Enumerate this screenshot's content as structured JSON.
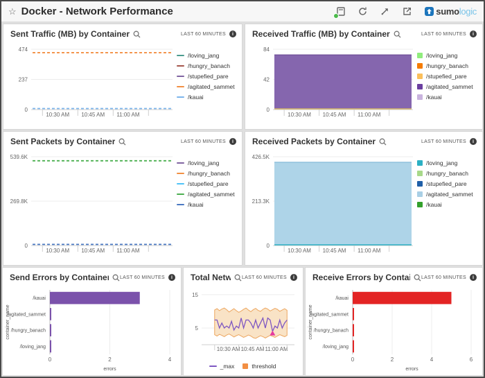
{
  "header": {
    "title": "Docker - Network Performance",
    "logo": {
      "brand_dark": "sumo",
      "brand_light": "logic"
    },
    "toolbar_icons": [
      "update-status-icon",
      "refresh-icon",
      "expand-icon",
      "share-icon"
    ],
    "favorite_icon": "star-icon"
  },
  "panels": [
    {
      "title": "Sent Traffic (MB) by Container",
      "time_range": "LAST 60 MINUTES",
      "chart_data": {
        "type": "line",
        "x_ticks": [
          "10:30 AM",
          "10:45 AM",
          "11:00 AM"
        ],
        "y_tick_values": [
          0,
          237,
          474
        ],
        "y_tick_labels": [
          "0",
          "237",
          "474"
        ],
        "ylim": [
          0,
          474
        ],
        "series": [
          {
            "name": "/loving_jang",
            "color": "#4a9b8e",
            "value": null
          },
          {
            "name": "/hungry_banach",
            "color": "#a5564c",
            "value": null
          },
          {
            "name": "/stupefied_pare",
            "color": "#8064a2",
            "value": null
          },
          {
            "name": "/agitated_sammet",
            "color": "#f28f43",
            "value": 447
          },
          {
            "name": "/kauai",
            "color": "#7cb5ec",
            "value": 8
          }
        ]
      }
    },
    {
      "title": "Received Traffic (MB) by Container",
      "time_range": "LAST 60 MINUTES",
      "chart_data": {
        "type": "area",
        "x_ticks": [
          "10:30 AM",
          "10:45 AM",
          "11:00 AM"
        ],
        "y_tick_values": [
          0,
          42,
          84
        ],
        "y_tick_labels": [
          "0",
          "42",
          "84"
        ],
        "ylim": [
          0,
          84
        ],
        "area": {
          "name": "/agitated_sammet",
          "color": "#8566ae",
          "stroke": "#74549c",
          "value": 76,
          "baseline_color": "#d8b96a"
        },
        "legend": [
          {
            "label": "/loving_jang",
            "type": "square",
            "color": "#90ed7d"
          },
          {
            "label": "/hungry_banach",
            "type": "square",
            "color": "#f57c00"
          },
          {
            "label": "/stupefied_pare",
            "type": "square",
            "color": "#fbbf5c"
          },
          {
            "label": "/agitated_sammet",
            "type": "square",
            "color": "#6b3fa0"
          },
          {
            "label": "/kauai",
            "type": "square",
            "color": "#c9b3de"
          }
        ]
      }
    },
    {
      "title": "Sent Packets by Container",
      "time_range": "LAST 60 MINUTES",
      "chart_data": {
        "type": "line",
        "x_ticks": [
          "10:30 AM",
          "10:45 AM",
          "11:00 AM"
        ],
        "y_tick_values": [
          0,
          269800,
          539600
        ],
        "y_tick_labels": [
          "0",
          "269.8K",
          "539.6K"
        ],
        "ylim": [
          0,
          539600
        ],
        "series": [
          {
            "name": "/loving_jang",
            "color": "#8064a2",
            "value": null
          },
          {
            "name": "/hungry_banach",
            "color": "#f28f43",
            "value": null
          },
          {
            "name": "/stupefied_pare",
            "color": "#4fc3f7",
            "value": null
          },
          {
            "name": "/agitated_sammet",
            "color": "#4caf50",
            "value": 515000
          },
          {
            "name": "/kauai",
            "color": "#4a78c2",
            "value": 7000
          }
        ]
      }
    },
    {
      "title": "Received Packets by Container",
      "time_range": "LAST 60 MINUTES",
      "chart_data": {
        "type": "area",
        "x_ticks": [
          "10:30 AM",
          "10:45 AM",
          "11:00 AM"
        ],
        "y_tick_values": [
          0,
          213300,
          426500
        ],
        "y_tick_labels": [
          "0",
          "213.3K",
          "426.5K"
        ],
        "ylim": [
          0,
          426500
        ],
        "area": {
          "name": "/agitated_sammet",
          "color": "#aed4e8",
          "stroke": "#8fc0dc",
          "value": 400000,
          "baseline_color": "#2bb0c4"
        },
        "legend": [
          {
            "label": "/loving_jang",
            "type": "square",
            "color": "#2bb0c4"
          },
          {
            "label": "/hungry_banach",
            "type": "square",
            "color": "#a8d98a"
          },
          {
            "label": "/stupefied_pare",
            "type": "square",
            "color": "#1f5fa8"
          },
          {
            "label": "/agitated_sammet",
            "type": "square",
            "color": "#a9cfe5"
          },
          {
            "label": "/kauai",
            "type": "square",
            "color": "#33a02c"
          }
        ]
      }
    },
    {
      "title": "Send Errors by Container",
      "time_range": "LAST 60 MINUTES",
      "chart_data": {
        "type": "hbar",
        "categories": [
          "/kauai",
          "/agitated_sammet",
          "/hungry_banach",
          "/loving_jang"
        ],
        "values": [
          3,
          0.04,
          0.04,
          0.04
        ],
        "bar_color": "#7b52ab",
        "xlim": [
          0,
          4
        ],
        "x_tick_values": [
          0,
          2,
          4
        ],
        "x_tick_labels": [
          "0",
          "2",
          "4"
        ],
        "xlabel": "errors",
        "ylabel": "container_name"
      }
    },
    {
      "title": "Total Network Err...",
      "time_range": "LAST 60 MINUTES",
      "chart_data": {
        "type": "band_line",
        "x_ticks": [
          "10:30 AM",
          "10:45 AM",
          "11:00 AM"
        ],
        "y_tick_values": [
          5,
          15
        ],
        "y_tick_labels": [
          "5",
          "15"
        ],
        "ylim": [
          0,
          16
        ],
        "x_start": 0.14,
        "x_end": 0.92,
        "band": {
          "name": "threshold",
          "fill": "#f9e3c6",
          "stroke": "#eda65f",
          "upper": [
            10.4,
            10.8,
            10.2,
            10.7,
            11.0,
            10.5,
            9.8,
            10.3,
            10.8,
            10.2,
            9.7,
            10.1,
            10.6,
            11.0,
            10.4,
            9.9,
            10.5,
            10.9,
            10.3,
            10.0,
            10.6,
            11.0,
            10.7,
            10.1,
            10.5,
            10.9,
            10.6,
            10.0,
            10.4,
            10.8,
            10.3
          ],
          "lower": [
            3.0,
            2.6,
            3.1,
            2.8,
            2.4,
            2.9,
            3.2,
            2.8,
            2.3,
            2.7,
            3.0,
            2.6,
            2.2,
            2.5,
            2.9,
            2.6,
            2.1,
            1.9,
            2.3,
            2.7,
            2.4,
            2.0,
            2.4,
            2.8,
            2.5,
            2.2,
            2.6,
            3.0,
            2.7,
            2.4,
            2.8
          ]
        },
        "line": {
          "name": "_max",
          "color": "#7e57c2",
          "values": [
            7.4,
            7.4,
            5.0,
            6.5,
            5.0,
            5.6,
            5.0,
            7.0,
            4.4,
            5.6,
            5.0,
            8.0,
            5.0,
            7.4,
            7.4,
            6.5,
            5.0,
            7.4,
            5.0,
            6.5,
            8.0,
            5.0,
            8.0,
            7.4,
            4.0,
            5.6,
            5.0,
            7.4,
            5.0,
            6.5,
            7.4
          ]
        },
        "marker": {
          "index": 24,
          "value": 3.6,
          "color": "#e5399e",
          "shape": "triangle-up"
        },
        "legend": [
          {
            "label": "_max",
            "type": "line",
            "color": "#7e57c2"
          },
          {
            "label": "threshold",
            "type": "square",
            "color": "#f28f43"
          }
        ]
      }
    },
    {
      "title": "Receive Errors by Container",
      "time_range": "LAST 60 MINUTES",
      "chart_data": {
        "type": "hbar",
        "categories": [
          "/kauai",
          "/agitated_sammet",
          "/hungry_banach",
          "/loving_jang"
        ],
        "values": [
          5,
          0.05,
          0.05,
          0.05
        ],
        "bar_color": "#e32424",
        "xlim": [
          0,
          6
        ],
        "x_tick_values": [
          0,
          2,
          4,
          6
        ],
        "x_tick_labels": [
          "0",
          "2",
          "4",
          "6"
        ],
        "xlabel": "errors",
        "ylabel": "container_name"
      }
    }
  ]
}
